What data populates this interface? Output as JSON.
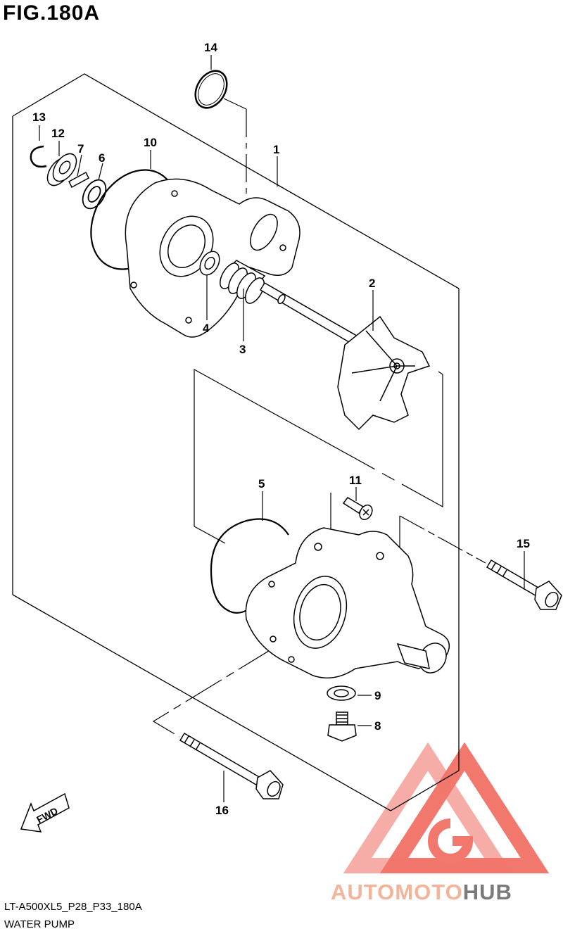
{
  "figure": {
    "title": "FIG.180A",
    "code": "LT-A500XL5_P28_P33_180A",
    "name": "WATER PUMP"
  },
  "direction_label": "FWD",
  "watermark": {
    "text_part1": "AUTOMOTO",
    "text_part2": "HUB",
    "color_part1": "#f3b49a",
    "color_part2": "#7a7a7a",
    "logo_color": "#ee4a3c"
  },
  "callouts": {
    "c1": "1",
    "c2": "2",
    "c3": "3",
    "c4": "4",
    "c5": "5",
    "c6": "6",
    "c7": "7",
    "c8": "8",
    "c9": "9",
    "c10": "10",
    "c11": "11",
    "c12": "12",
    "c13": "13",
    "c14": "14",
    "c15": "15",
    "c16": "16"
  }
}
